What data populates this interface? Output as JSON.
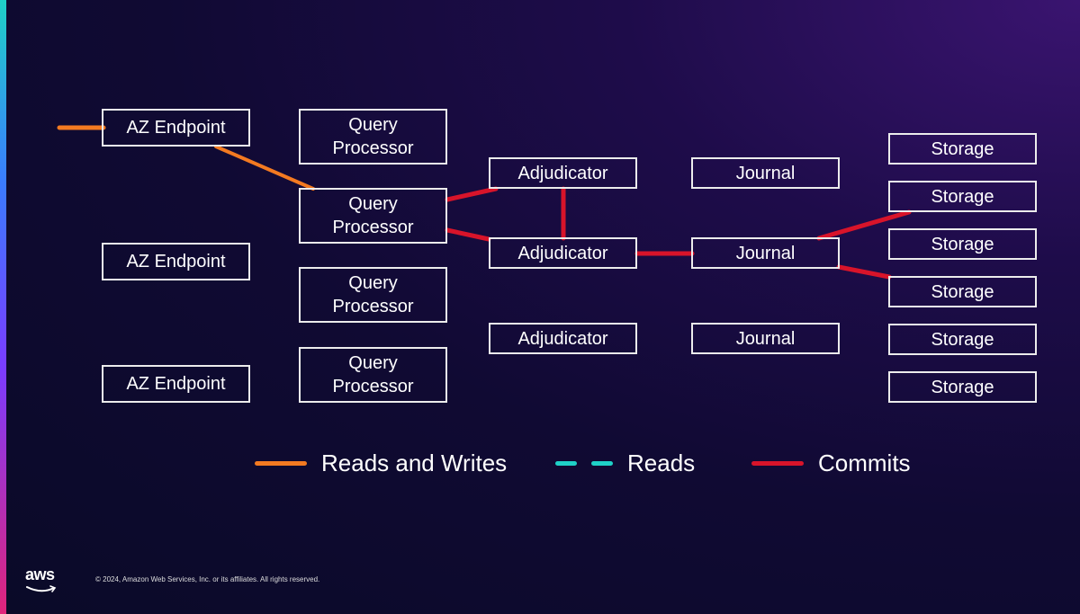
{
  "colors": {
    "reads_and_writes": "#f37a21",
    "reads": "#1fd1c7",
    "commits": "#d8142a"
  },
  "nodes": {
    "az_endpoint_1": "AZ Endpoint",
    "az_endpoint_2": "AZ Endpoint",
    "az_endpoint_3": "AZ Endpoint",
    "query_processor_1": "Query\nProcessor",
    "query_processor_2": "Query\nProcessor",
    "query_processor_3": "Query\nProcessor",
    "query_processor_4": "Query\nProcessor",
    "adjudicator_1": "Adjudicator",
    "adjudicator_2": "Adjudicator",
    "adjudicator_3": "Adjudicator",
    "journal_1": "Journal",
    "journal_2": "Journal",
    "journal_3": "Journal",
    "storage_1": "Storage",
    "storage_2": "Storage",
    "storage_3": "Storage",
    "storage_4": "Storage",
    "storage_5": "Storage",
    "storage_6": "Storage"
  },
  "edges": [
    {
      "from": "external",
      "to": "az_endpoint_1",
      "type": "reads_and_writes"
    },
    {
      "from": "az_endpoint_1",
      "to": "query_processor_2",
      "type": "reads_and_writes"
    },
    {
      "from": "query_processor_2",
      "to": "adjudicator_1",
      "type": "commits"
    },
    {
      "from": "query_processor_2",
      "to": "adjudicator_2",
      "type": "commits"
    },
    {
      "from": "adjudicator_1",
      "to": "adjudicator_2",
      "type": "commits"
    },
    {
      "from": "adjudicator_2",
      "to": "journal_2",
      "type": "commits"
    },
    {
      "from": "journal_2",
      "to": "storage_2",
      "type": "commits"
    },
    {
      "from": "journal_2",
      "to": "storage_4",
      "type": "commits"
    }
  ],
  "legend": {
    "reads_and_writes": "Reads and Writes",
    "reads": "Reads",
    "commits": "Commits"
  },
  "footer": {
    "logo_text": "aws",
    "copyright": "© 2024, Amazon Web Services, Inc. or its affiliates. All rights reserved."
  }
}
